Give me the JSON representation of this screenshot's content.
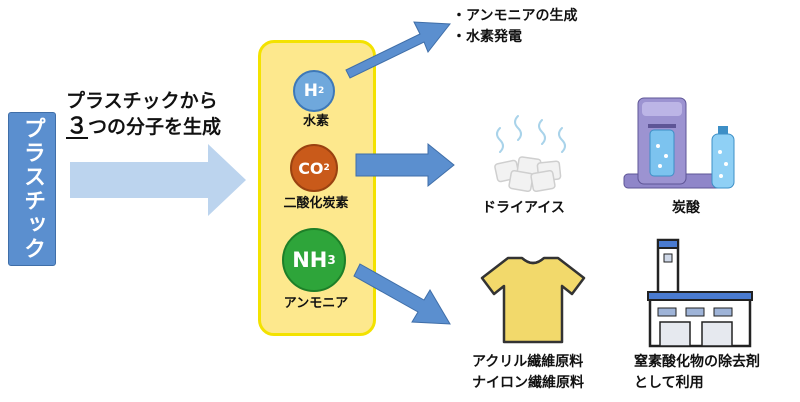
{
  "left_box": {
    "label": "プラスチック"
  },
  "intro": {
    "line1": "プラスチックから",
    "line2_number": "３",
    "line2_rest": "つの分子を生成"
  },
  "molecules": [
    {
      "formula_main": "H",
      "formula_sub": "2",
      "name": "水素",
      "color": "#6fa8dc"
    },
    {
      "formula_main": "CO",
      "formula_sub": "2",
      "name": "二酸化炭素",
      "color": "#c95a1a"
    },
    {
      "formula_main": "NH",
      "formula_sub": "3",
      "name": "アンモニア",
      "color": "#2ea53a"
    }
  ],
  "uses": {
    "hydrogen": [
      "・アンモニアの生成",
      "・水素発電"
    ],
    "co2_first": "ドライアイス",
    "co2_second": "炭酸",
    "nh3_first_lines": [
      "アクリル繊維原料",
      "ナイロン繊維原料"
    ],
    "nh3_second_lines": [
      "窒素酸化物の除去剤",
      "として利用"
    ]
  },
  "colors": {
    "arrow": "#5b8fcf",
    "big_arrow": "#bcd4ee",
    "panel": "#fde88d",
    "panel_border": "#f3e200"
  },
  "icons": [
    "dry-ice-icon",
    "soda-maker-icon",
    "tshirt-icon",
    "factory-icon"
  ]
}
